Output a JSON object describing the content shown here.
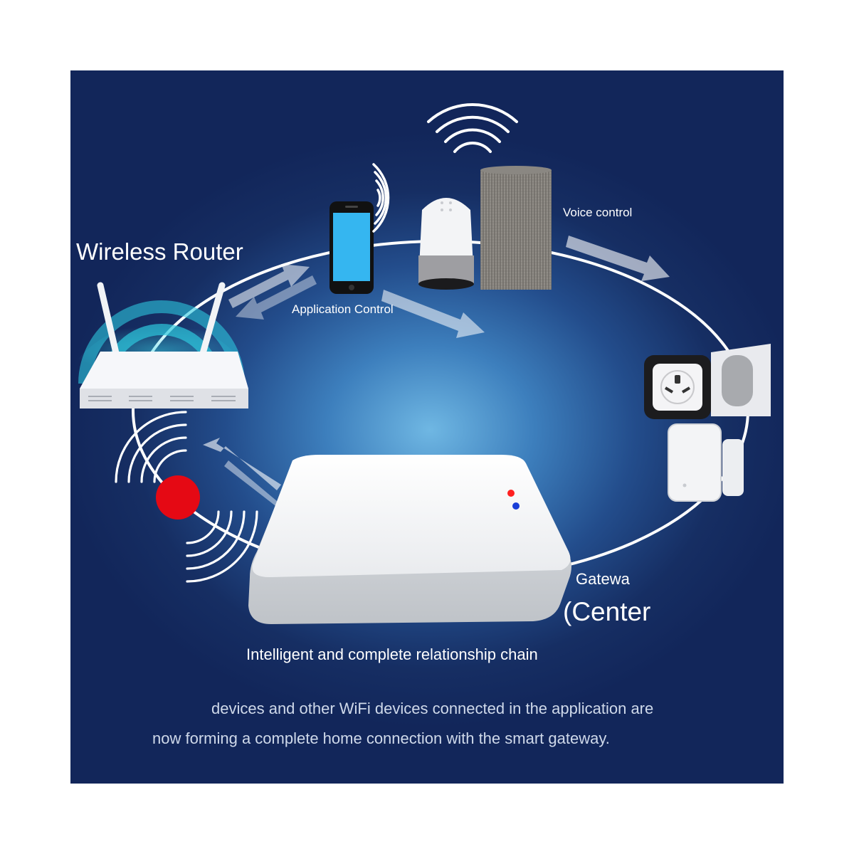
{
  "labels": {
    "router": "Wireless Router",
    "application": "Application Control",
    "voice": "Voice control",
    "gateway": "Gatewa",
    "center": "(Center",
    "chain": "Intelligent and complete relationship chain",
    "description_line1": "devices and other WiFi devices connected in the application are",
    "description_line2": "now forming a complete home connection with the smart gateway."
  },
  "icons": {
    "router": "wifi-router-icon",
    "phone": "smartphone-icon",
    "smart_speaker": "smart-speaker-icon",
    "fabric_speaker": "fabric-speaker-icon",
    "socket": "smart-socket-icon",
    "door_sensor": "door-sensor-icon",
    "gateway": "gateway-hub-icon",
    "alarm": "red-alarm-sensor-icon"
  },
  "colors": {
    "background_center": "#6fb7e3",
    "background_edge": "#12265a",
    "ring": "#ffffff",
    "alarm_red": "#e50914",
    "phone_screen": "#35b6f0",
    "led_red": "#ff2020",
    "led_blue": "#1a3ed8"
  }
}
